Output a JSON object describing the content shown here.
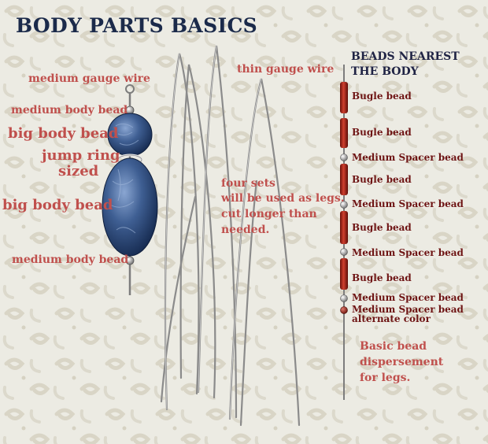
{
  "title": "BODY PARTS BASICS",
  "left_labels": {
    "medium_gauge_wire": "medium gauge wire",
    "medium_body_bead_top": "medium body bead",
    "big_body_bead_top": "big body bead",
    "jump_ring_line1": "jump ring",
    "jump_ring_line2": "sized",
    "big_body_bead_bottom": "big body bead",
    "medium_body_bead_bottom": "medium body bead"
  },
  "center_labels": {
    "thin_gauge_wire": "thin gauge wire",
    "four_sets_line1": "four sets",
    "four_sets_line2": "will be used as legs.",
    "four_sets_line3": "cut longer than",
    "four_sets_line4": "needed."
  },
  "right_panel": {
    "heading_line1": "BEADS NEAREST",
    "heading_line2": "THE BODY",
    "bead_labels": [
      "Bugle bead",
      "Bugle bead",
      "Medium Spacer bead",
      "Bugle bead",
      "Medium Spacer bead",
      "Bugle bead",
      "Medium Spacer bead",
      "Bugle bead",
      "Medium Spacer bead",
      "Medium Spacer bead",
      "alternate color"
    ],
    "note_line1": "Basic bead",
    "note_line2": "dispersement",
    "note_line3": "for legs."
  },
  "colors": {
    "label_red": "#c0504d",
    "heading_navy": "#1f2344",
    "bead_label_maroon": "#6e1414",
    "bead_blue": "#3c5a8c",
    "bugle_red": "#b82c20"
  }
}
